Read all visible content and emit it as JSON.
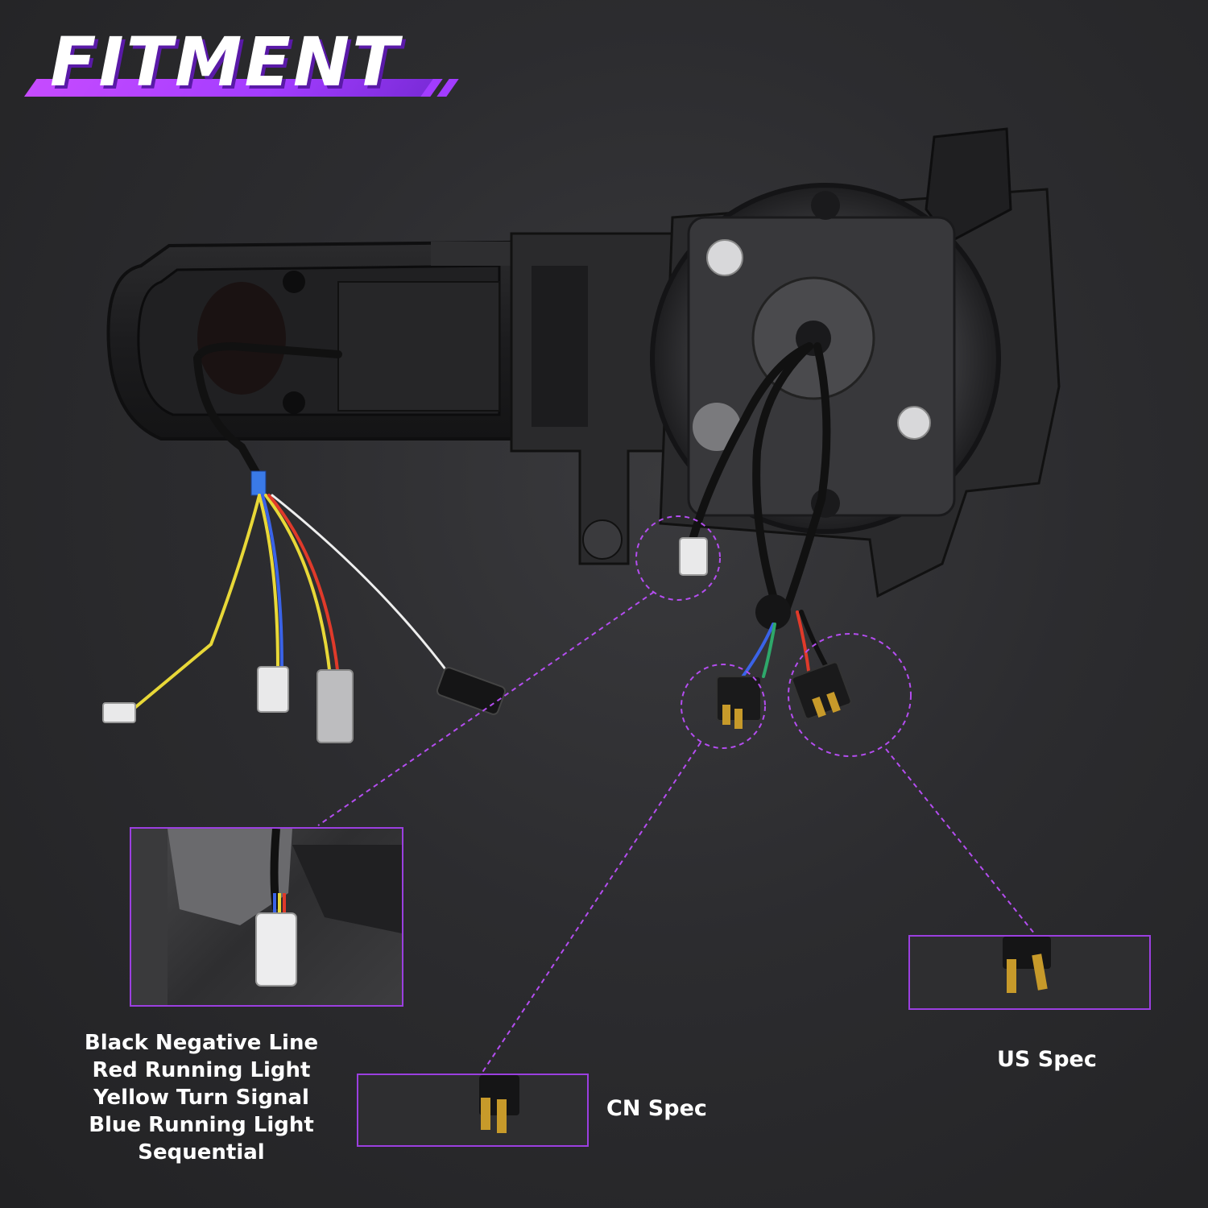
{
  "title": "FITMENT",
  "colors": {
    "accent": "#a23cff",
    "callout": "#b44df0",
    "text": "#ffffff",
    "wire_yellow": "#e8d838",
    "wire_red": "#e03a2a",
    "wire_blue": "#3a63e8",
    "wire_white": "#eeeeee",
    "wire_green": "#2ea86a"
  },
  "wire_legend": [
    "Black Negative Line",
    "Red Running Light",
    "Yellow Turn Signal",
    "Blue Running Light",
    "Sequential"
  ],
  "callouts": {
    "cn_spec": "CN Spec",
    "us_spec": "US Spec"
  },
  "icons": {
    "headlight": "headlight-assembly-photo",
    "connector": "white-plug-connector",
    "h4_plug": "h4-bulb-plug"
  }
}
